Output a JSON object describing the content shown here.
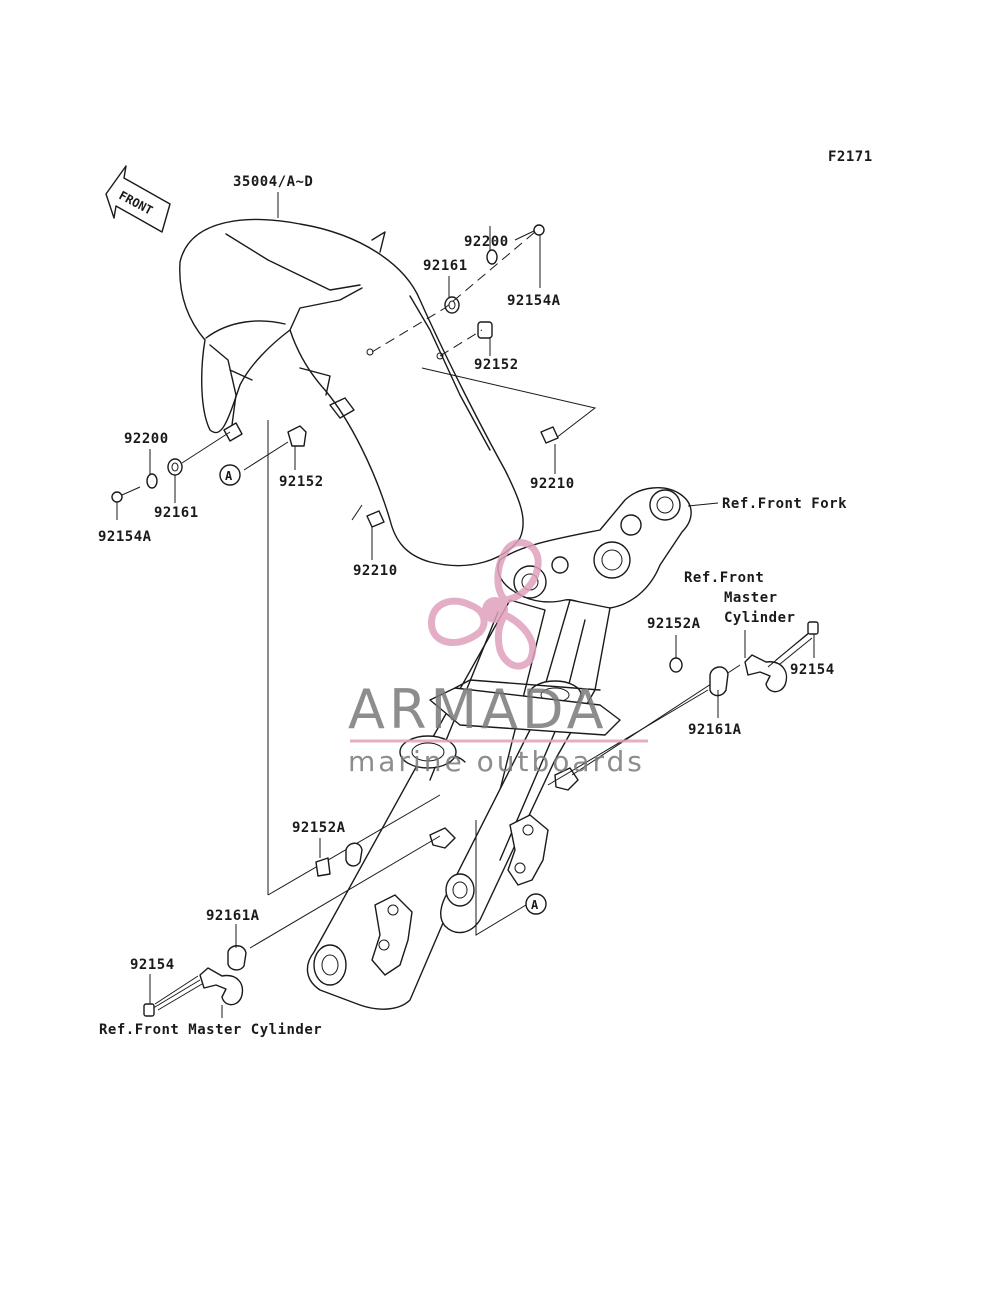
{
  "figure_code": "F2171",
  "front_arrow_label": "FRONT",
  "callouts": {
    "fender": "35004/A~D",
    "washer_top": "92200",
    "grommet_top": "92161",
    "bolt_top": "92154A",
    "collar_top": "92152",
    "nut_right": "92210",
    "washer_left": "92200",
    "grommet_left": "92161",
    "bolt_left": "92154A",
    "collar_left": "92152",
    "nut_lower": "92210",
    "ref_front_fork": "Ref.Front Fork",
    "ref_master_right_line1": "Ref.Front",
    "ref_master_right_line2": "Master",
    "ref_master_right_line3": "Cylinder",
    "collar_right": "92152A",
    "bolt_right": "92154",
    "grommet_right": "92161A",
    "collar_low": "92152A",
    "grommet_low": "92161A",
    "bolt_low": "92154",
    "ref_master_bottom": "Ref.Front Master Cylinder",
    "marker_a": "A"
  },
  "watermark": {
    "brand": "ARMADA",
    "tagline": "marine outboards",
    "accent_color": "#e0a0bd"
  }
}
